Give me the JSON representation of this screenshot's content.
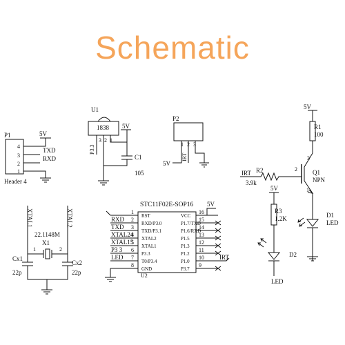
{
  "title": "Schematic",
  "p1": {
    "ref": "P1",
    "value": "Header 4",
    "pins": [
      "4",
      "3",
      "2",
      "1"
    ],
    "nets": [
      "5V",
      "TXD",
      "RXD"
    ]
  },
  "u1": {
    "ref": "U1",
    "value": "1838",
    "pin_labels": [
      "3",
      "2",
      "1"
    ],
    "net_left": "P3.3",
    "supply": "5V"
  },
  "c1": {
    "ref": "C1",
    "value": "105"
  },
  "p2": {
    "ref": "P2",
    "pins": [
      "1",
      "2",
      "3"
    ],
    "net_irt": "IRT",
    "supply": "5V"
  },
  "crystal": {
    "ref": "X1",
    "freq": "22.1148M",
    "xtal1": "XTAL1",
    "xtal2": "XTAL2",
    "pin1": "1",
    "pin2": "2",
    "cx1": "Cx1",
    "cx1_val": "22p",
    "cx2": "Cx2",
    "cx2_val": "22p"
  },
  "u2": {
    "ref": "U2",
    "part": "STC11F02E-SOP16",
    "supply": "5V",
    "left_pins": [
      {
        "num": "1",
        "name": "RST",
        "net": ""
      },
      {
        "num": "2",
        "name": "RXD/P3.0",
        "net": "RXD"
      },
      {
        "num": "3",
        "name": "TXD/P3.1",
        "net": "TXD"
      },
      {
        "num": "4",
        "name": "XTAL2",
        "net": "XTAL24"
      },
      {
        "num": "5",
        "name": "XTAL1",
        "net": "XTAL15"
      },
      {
        "num": "6",
        "name": "P3.3",
        "net": "P3 3"
      },
      {
        "num": "7",
        "name": "T0/P3.4",
        "net": "LED"
      },
      {
        "num": "8",
        "name": "GND",
        "net": ""
      }
    ],
    "right_pins": [
      {
        "num": "16",
        "name": "VCC"
      },
      {
        "num": "15",
        "name": "P1.7/TXD"
      },
      {
        "num": "14",
        "name": "P1.6/RXD"
      },
      {
        "num": "13",
        "name": "P1.5"
      },
      {
        "num": "12",
        "name": "P1.3"
      },
      {
        "num": "11",
        "name": "P1.2"
      },
      {
        "num": "10",
        "name": "P1.0"
      },
      {
        "num": "9",
        "name": "P3.7"
      }
    ],
    "irt_net": "IRT"
  },
  "q1_section": {
    "supply": "5V",
    "r1": "R1",
    "r1_val": "100",
    "q1": "Q1",
    "q1_type": "NPN",
    "r2": "R2",
    "r2_val": "3.9k",
    "irt": "IRT",
    "base_pin": "2",
    "collector_pin": "3",
    "emitter_pin": "1",
    "d1": "D1",
    "d1_label": "LED"
  },
  "led_section": {
    "supply": "5V",
    "r3": "R3",
    "r3_val": "1.2K",
    "d2": "D2",
    "net": "LED"
  }
}
